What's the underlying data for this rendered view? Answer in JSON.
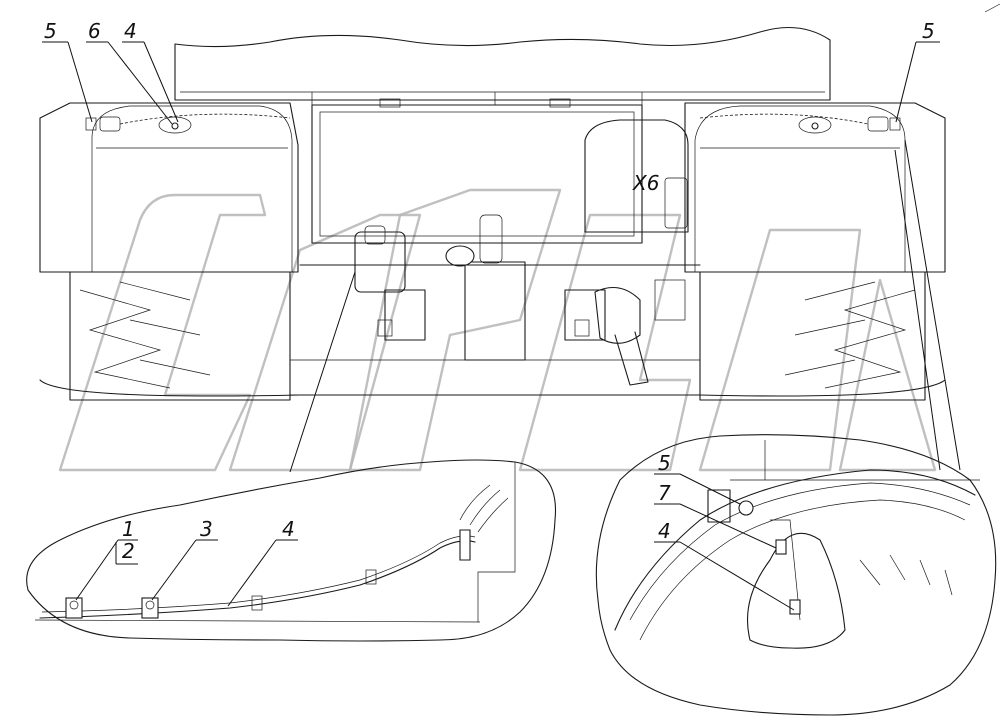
{
  "callouts": {
    "tl_5": "5",
    "tl_6": "6",
    "tl_4": "4",
    "tr_5": "5",
    "d1_1": "1",
    "d1_2": "2",
    "d1_3": "3",
    "d1_4": "4",
    "d2_5": "5",
    "d2_7": "7",
    "d2_4": "4",
    "connector": "X6"
  }
}
